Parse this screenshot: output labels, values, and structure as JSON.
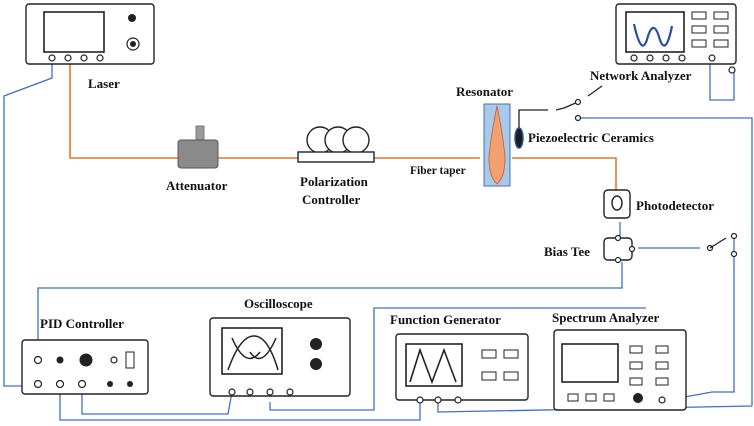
{
  "labels": {
    "laser": "Laser",
    "network_analyzer": "Network Analyzer",
    "resonator": "Resonator",
    "piezo": "Piezoelectric Ceramics",
    "attenuator": "Attenuator",
    "polarization_1": "Polarization",
    "polarization_2": "Controller",
    "fiber_taper": "Fiber taper",
    "photodetector": "Photodetector",
    "bias_tee": "Bias Tee",
    "pid": "PID Controller",
    "oscilloscope": "Oscilloscope",
    "function_generator": "Function Generator",
    "spectrum_analyzer": "Spectrum Analyzer"
  },
  "colors": {
    "optical_fiber": "#e07a2c",
    "electrical_cable": "#3a6fd0",
    "resonator_body": "#a8c8ec",
    "resonator_core": "#f2a070",
    "attenuator_body": "#8a8a8a"
  },
  "icons": {
    "network_analyzer_trace": "wave-trace",
    "oscilloscope_trace": "crossing-curves-trace",
    "function_generator_trace": "triangle-wave-trace"
  }
}
